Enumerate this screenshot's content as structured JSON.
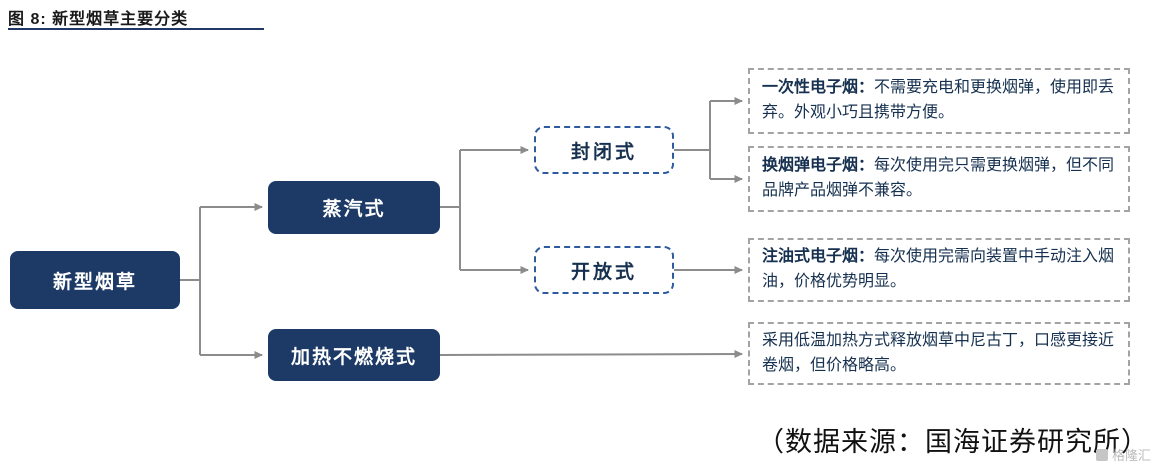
{
  "title": "图 8:  新型烟草主要分类",
  "tree": {
    "root": "新型烟草",
    "steam": "蒸汽式",
    "heat_not_burn": "加热不燃烧式",
    "closed": "封闭式",
    "open": "开放式"
  },
  "descriptions": [
    {
      "bold": "一次性电子烟：",
      "text": "不需要充电和更换烟弹，使用即丢弃。外观小巧且携带方便。"
    },
    {
      "bold": "换烟弹电子烟：",
      "text": "每次使用完只需更换烟弹，但不同品牌产品烟弹不兼容。"
    },
    {
      "bold": "注油式电子烟：",
      "text": "每次使用完需向装置中手动注入烟油，价格优势明显。"
    },
    {
      "bold": "",
      "text": "采用低温加热方式释放烟草中尼古丁，口感更接近卷烟，但价格略高。"
    }
  ],
  "source": "（数据来源：国海证券研究所）",
  "watermark": "格隆汇",
  "colors": {
    "navy": "#1d3a66",
    "dashed_blue": "#2e5b9e",
    "dashed_gray": "#a3a3a3",
    "arrow": "#8c8c8c"
  }
}
